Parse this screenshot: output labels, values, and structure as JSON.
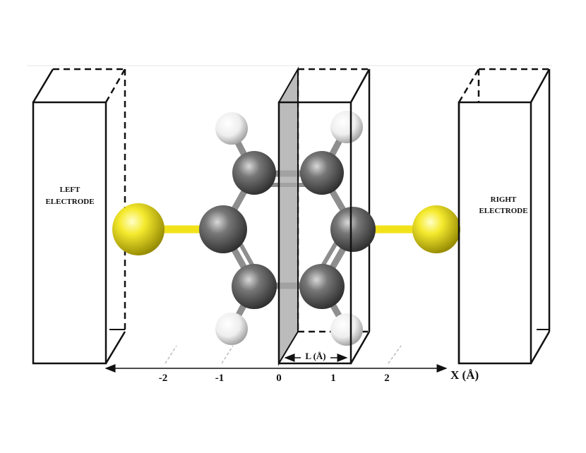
{
  "left_electrode": {
    "line1": "LEFT",
    "line2": "ELECTRODE"
  },
  "right_electrode": {
    "line1": "RIGHT",
    "line2": "ELECTRODE"
  },
  "axis": {
    "label": "X (Å)",
    "ticks": [
      "-2",
      "-1",
      "0",
      "1",
      "2"
    ]
  },
  "slab_width_label": "L (Å)",
  "colors": {
    "sulfur": "#f2e21a",
    "carbon": "#6a6a6a",
    "hydrogen": "#f2f2f2",
    "bond": "#9a9a9a",
    "slab": "#a8a8a8"
  }
}
